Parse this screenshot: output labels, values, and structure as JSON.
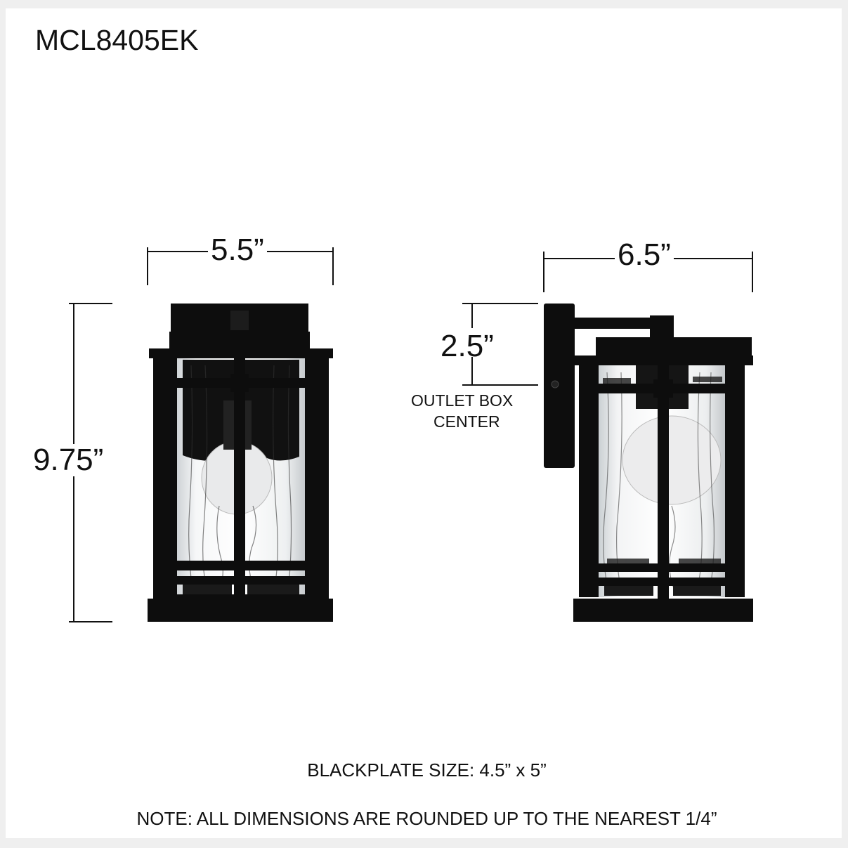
{
  "title": "MCL8405EK",
  "front_view": {
    "width_label": "5.5”",
    "height_label": "9.75”"
  },
  "side_view": {
    "depth_label": "6.5”",
    "outlet_offset_label": "2.5”",
    "outlet_caption_line1": "OUTLET BOX",
    "outlet_caption_line2": "CENTER"
  },
  "footer": {
    "backplate_size": "BLACKPLATE SIZE: 4.5” x 5”",
    "note": "NOTE: ALL DIMENSIONS ARE ROUNDED UP TO THE NEAREST 1/4”"
  },
  "colors": {
    "frame": "#0d0d0d",
    "border": "#efefef",
    "background": "#ffffff"
  }
}
